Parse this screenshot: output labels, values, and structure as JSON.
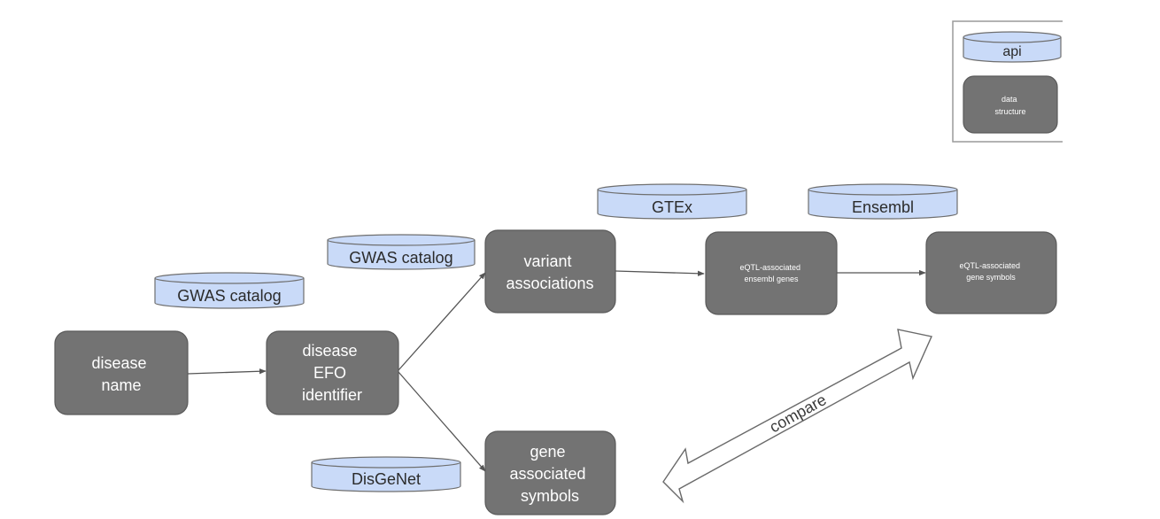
{
  "legend": {
    "api_label": "api",
    "data_structure_label": [
      "data",
      "structure"
    ]
  },
  "apis": {
    "gwas_catalog_1": "GWAS catalog",
    "gwas_catalog_2": "GWAS catalog",
    "gtex": "GTEx",
    "ensembl": "Ensembl",
    "disgenet": "DisGeNet"
  },
  "nodes": {
    "disease_name": [
      "disease",
      "name"
    ],
    "disease_efo": [
      "disease",
      "EFO",
      "identifier"
    ],
    "variant_associations": [
      "variant",
      "associations"
    ],
    "eqtl_ensembl": [
      "eQTL-associated",
      "ensembl genes"
    ],
    "eqtl_symbols": [
      "eQTL-associated",
      "gene symbols"
    ],
    "gene_symbols": [
      "gene",
      "associated",
      "symbols"
    ]
  },
  "compare_label": "compare",
  "colors": {
    "node_fill": "#737373",
    "node_stroke": "#5a5a5a",
    "api_fill": "#c9daf8",
    "api_stroke": "#6f6f6f",
    "edge": "#555555"
  }
}
